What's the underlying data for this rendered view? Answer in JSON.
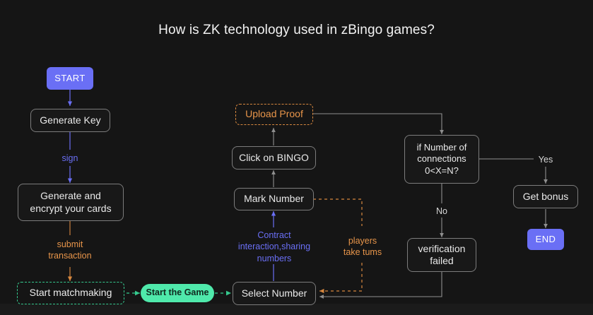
{
  "title": "How is ZK technology used in zBingo games?",
  "theme": {
    "background": "#151515",
    "accent_purple": "#6a6ff5",
    "accent_green": "#4fe9ab",
    "accent_green_dash": "#35c98e",
    "accent_orange": "#e8954a",
    "node_border": "#7c7c7c",
    "text": "#e9e9e9"
  },
  "chart_data": {
    "type": "diagram",
    "title": "How is ZK technology used in zBingo games?",
    "nodes": [
      {
        "id": "start",
        "label": "START",
        "shape": "terminal",
        "style": "purple-pill"
      },
      {
        "id": "gen_key",
        "label": "Generate Key",
        "shape": "process",
        "style": "outlined"
      },
      {
        "id": "gen_cards",
        "label": "Generate and\nencrypt your cards",
        "shape": "process",
        "style": "outlined"
      },
      {
        "id": "matchmaking",
        "label": "Start matchmaking",
        "shape": "process",
        "style": "green-dashed"
      },
      {
        "id": "start_game",
        "label": "Start the Game",
        "shape": "terminal",
        "style": "green-pill"
      },
      {
        "id": "select_num",
        "label": "Select Number",
        "shape": "process",
        "style": "outlined"
      },
      {
        "id": "mark_num",
        "label": "Mark Number",
        "shape": "process",
        "style": "outlined"
      },
      {
        "id": "click_bingo",
        "label": "Click on BINGO",
        "shape": "process",
        "style": "outlined"
      },
      {
        "id": "upload_proof",
        "label": "Upload Proof",
        "shape": "process",
        "style": "orange-dashed"
      },
      {
        "id": "decision",
        "label": "if Number of\nconnections\n0<X=N?",
        "shape": "decision",
        "style": "outlined"
      },
      {
        "id": "get_bonus",
        "label": "Get bonus",
        "shape": "process",
        "style": "outlined"
      },
      {
        "id": "verif_failed",
        "label": "verification\nfailed",
        "shape": "process",
        "style": "outlined"
      },
      {
        "id": "end",
        "label": "END",
        "shape": "terminal",
        "style": "purple-pill"
      }
    ],
    "edges": [
      {
        "from": "start",
        "to": "gen_key",
        "label": "",
        "style": "solid",
        "color": "purple"
      },
      {
        "from": "gen_key",
        "to": "gen_cards",
        "label": "sign",
        "style": "solid",
        "color": "purple"
      },
      {
        "from": "gen_cards",
        "to": "matchmaking",
        "label": "submit\ntransaction",
        "style": "solid",
        "color": "orange"
      },
      {
        "from": "matchmaking",
        "to": "start_game",
        "label": "",
        "style": "dashed",
        "color": "green"
      },
      {
        "from": "start_game",
        "to": "select_num",
        "label": "",
        "style": "dashed",
        "color": "green"
      },
      {
        "from": "select_num",
        "to": "mark_num",
        "label": "Contract\ninteraction,sharing\nnumbers",
        "style": "solid",
        "color": "purple"
      },
      {
        "from": "mark_num",
        "to": "click_bingo",
        "label": "",
        "style": "solid",
        "color": "grey"
      },
      {
        "from": "click_bingo",
        "to": "upload_proof",
        "label": "",
        "style": "solid",
        "color": "grey"
      },
      {
        "from": "upload_proof",
        "to": "decision",
        "label": "",
        "style": "solid",
        "color": "grey"
      },
      {
        "from": "decision",
        "to": "get_bonus",
        "label": "Yes",
        "style": "solid",
        "color": "grey"
      },
      {
        "from": "decision",
        "to": "verif_failed",
        "label": "No",
        "style": "solid",
        "color": "grey"
      },
      {
        "from": "get_bonus",
        "to": "end",
        "label": "",
        "style": "solid",
        "color": "grey"
      },
      {
        "from": "verif_failed",
        "to": "select_num",
        "label": "",
        "style": "solid",
        "color": "grey"
      },
      {
        "from": "mark_num",
        "to": "select_num",
        "label": "players\ntake tums",
        "style": "dashed",
        "color": "orange"
      }
    ]
  },
  "nodes": {
    "start": {
      "label": "START"
    },
    "gen_key": {
      "label": "Generate Key"
    },
    "gen_cards": {
      "label": "Generate and\nencrypt your cards"
    },
    "matchmaking": {
      "label": "Start matchmaking"
    },
    "start_game": {
      "label": "Start the Game"
    },
    "select_num": {
      "label": "Select Number"
    },
    "mark_num": {
      "label": "Mark Number"
    },
    "click_bingo": {
      "label": "Click on BINGO"
    },
    "upload_proof": {
      "label": "Upload Proof"
    },
    "decision": {
      "label": "if Number of\nconnections\n0<X=N?"
    },
    "get_bonus": {
      "label": "Get bonus"
    },
    "verif_failed": {
      "label": "verification\nfailed"
    },
    "end": {
      "label": "END"
    }
  },
  "labels": {
    "sign": "sign",
    "submit_transaction": "submit\ntransaction",
    "contract_interaction": "Contract\ninteraction,sharing\nnumbers",
    "players_take_turns": "players\ntake tums",
    "yes": "Yes",
    "no": "No"
  }
}
